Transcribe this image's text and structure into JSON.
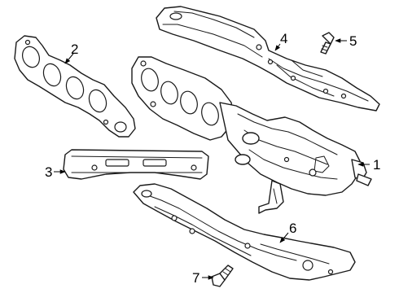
{
  "colors": {
    "line": "#1a1a1a",
    "background": "#ffffff"
  },
  "callouts": {
    "c1": "1",
    "c2": "2",
    "c3": "3",
    "c4": "4",
    "c5": "5",
    "c6": "6",
    "c7": "7"
  }
}
